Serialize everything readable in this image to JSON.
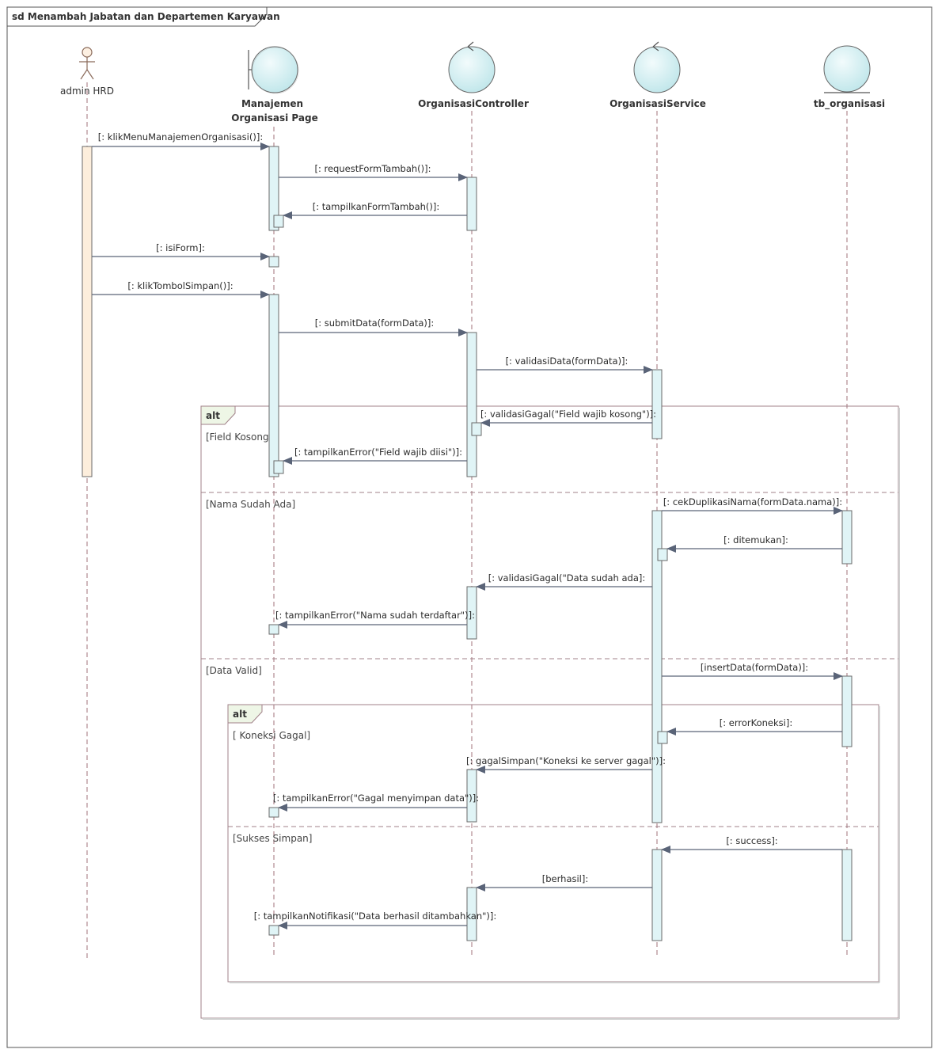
{
  "frame": {
    "title": "sd Menambah Jabatan dan Departemen Karyawan"
  },
  "lifelines": [
    {
      "id": "admin",
      "kind": "actor",
      "label": "admin HRD",
      "icon": "actor-icon"
    },
    {
      "id": "page",
      "kind": "boundary",
      "label_line1": "Manajemen",
      "label_line2": "Organisasi Page",
      "icon": "boundary-icon"
    },
    {
      "id": "controller",
      "kind": "control",
      "label": "OrganisasiController",
      "icon": "control-icon"
    },
    {
      "id": "service",
      "kind": "control",
      "label": "OrganisasiService",
      "icon": "control-icon"
    },
    {
      "id": "db",
      "kind": "entity",
      "label": "tb_organisasi",
      "icon": "entity-icon"
    }
  ],
  "messages": [
    "[: klikMenuManajemenOrganisasi()]:",
    "[: requestFormTambah()]:",
    "[: tampilkanFormTambah()]:",
    "[: isiForm]:",
    "[: klikTombolSimpan()]:",
    "[: submitData(formData)]:",
    "[: validasiData(formData)]:",
    "[: validasiGagal(\"Field wajib kosong\")]:",
    "[: tampilkanError(\"Field wajib diisi\")]:",
    "[: cekDuplikasiNama(formData.nama)]:",
    "[: ditemukan]:",
    "[: validasiGagal(\"Data sudah ada]:",
    "[: tampilkanError(\"Nama sudah terdaftar\")]:",
    "[insertData(formData)]:",
    "[: errorKoneksi]:",
    "[: gagalSimpan(\"Koneksi ke server gagal\")]:",
    "[: tampilkanError(\"Gagal menyimpan data\")]:",
    "[: success]:",
    "[berhasil]:",
    "[: tampilkanNotifikasi(\"Data berhasil ditambahkan\")]:"
  ],
  "fragments": {
    "outer": {
      "operator": "alt",
      "guards": [
        "[Field Kosong]",
        "[Nama Sudah Ada]",
        "[Data Valid]"
      ]
    },
    "inner": {
      "operator": "alt",
      "guards": [
        "[ Koneksi Gagal]",
        "[Sukses Simpan]"
      ]
    }
  },
  "colors": {
    "lifeline": "#a0707a",
    "activation_fill": "#e0f4f6",
    "actor_activation_fill": "#fdeedc",
    "head_fill": "#cdeef2",
    "arrow": "#5a6478",
    "fragment_border": "#a08088",
    "fragment_tab": "#eef6e6"
  }
}
